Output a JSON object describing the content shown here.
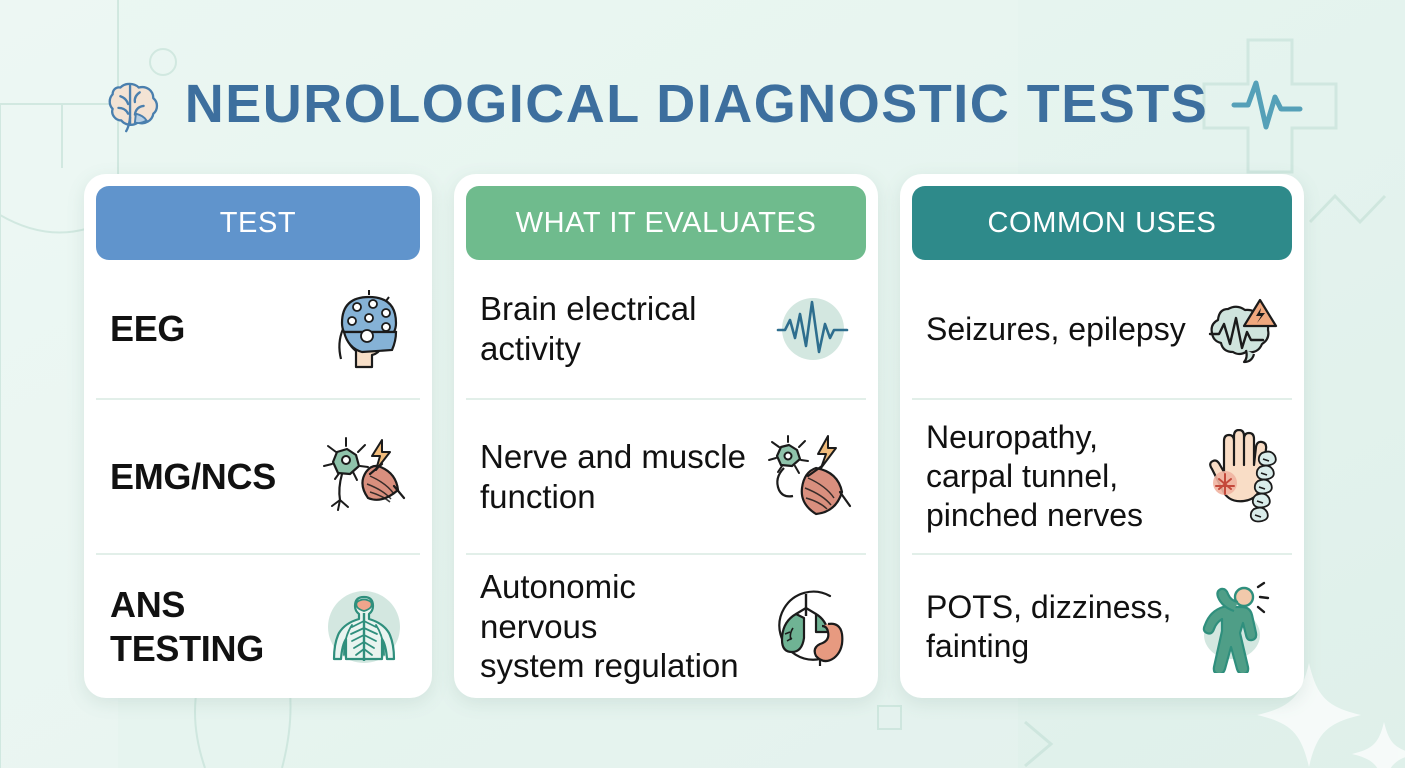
{
  "page": {
    "title": "NEUROLOGICAL DIAGNOSTIC TESTS",
    "background_color": "#e6f4ef"
  },
  "decor": {
    "brain_icon": "brain-icon",
    "pulse_icon": "heartbeat-pulse-icon",
    "cross_icon": "medical-cross-icon",
    "zigzag_icon": "zigzag-line-icon",
    "sparkle_icon": "sparkle-icon",
    "circle_icon": "circle-outline-icon",
    "chevron_icon": "chevron-right-icon",
    "square_icon": "square-outline-icon"
  },
  "columns": [
    {
      "header": "TEST",
      "header_color": "#6094cc",
      "rows": [
        {
          "text": "EEG",
          "icon": "eeg-cap-head-icon"
        },
        {
          "text": "EMG/NCS",
          "icon": "neuron-muscle-bolt-icon"
        },
        {
          "text": "ANS\nTESTING",
          "icon": "nervous-system-body-icon"
        }
      ]
    },
    {
      "header": "WHAT IT EVALUATES",
      "header_color": "#6fbb8d",
      "rows": [
        {
          "text": "Brain electrical\nactivity",
          "icon": "brainwave-circle-icon"
        },
        {
          "text": "Nerve and muscle\nfunction",
          "icon": "neuron-muscle-bolt-icon"
        },
        {
          "text": "Autonomic nervous\nsystem regulation",
          "icon": "lungs-stomach-icon"
        }
      ]
    },
    {
      "header": "COMMON USES",
      "header_color": "#2e8a8a",
      "rows": [
        {
          "text": "Seizures, epilepsy",
          "icon": "brain-warning-icon"
        },
        {
          "text": "Neuropathy,\ncarpal tunnel,\npinched nerves",
          "icon": "hand-spine-icon"
        },
        {
          "text": "POTS, dizziness,\nfainting",
          "icon": "dizzy-person-icon"
        }
      ]
    }
  ]
}
